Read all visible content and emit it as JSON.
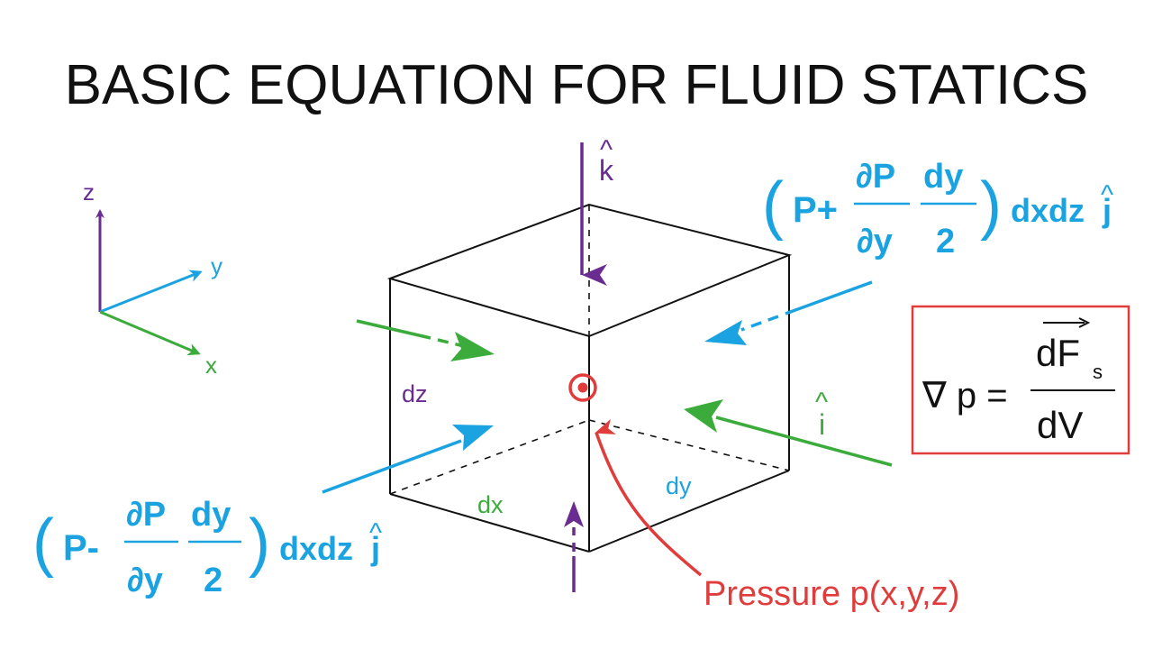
{
  "title": "BASIC EQUATION FOR FLUID STATICS",
  "colors": {
    "black": "#111111",
    "purple": "#6a2c91",
    "blue": "#1aa3e0",
    "green": "#3bab3b",
    "red": "#e03c3c"
  },
  "axes": {
    "z": "z",
    "y": "y",
    "x": "x"
  },
  "unit_vectors": {
    "k": "k",
    "i": "i",
    "j": "j",
    "hat": "^"
  },
  "cube_labels": {
    "dz": "dz",
    "dx": "dx",
    "dy": "dy"
  },
  "force_plus": {
    "open": "(",
    "lead": "P+",
    "numerator": "∂P",
    "denominator": "∂y",
    "frac2_num": "dy",
    "frac2_den": "2",
    "close": ")",
    "suffix": "dxdz"
  },
  "force_minus": {
    "open": "(",
    "lead": "P-",
    "numerator": "∂P",
    "denominator": "∂y",
    "frac2_num": "dy",
    "frac2_den": "2",
    "close": ")",
    "suffix": "dxdz"
  },
  "equation": {
    "lhs": "∇ p =",
    "numerator": "dF",
    "subscript": "s",
    "denominator": "dV"
  },
  "pressure_label": "Pressure p(x,y,z)"
}
